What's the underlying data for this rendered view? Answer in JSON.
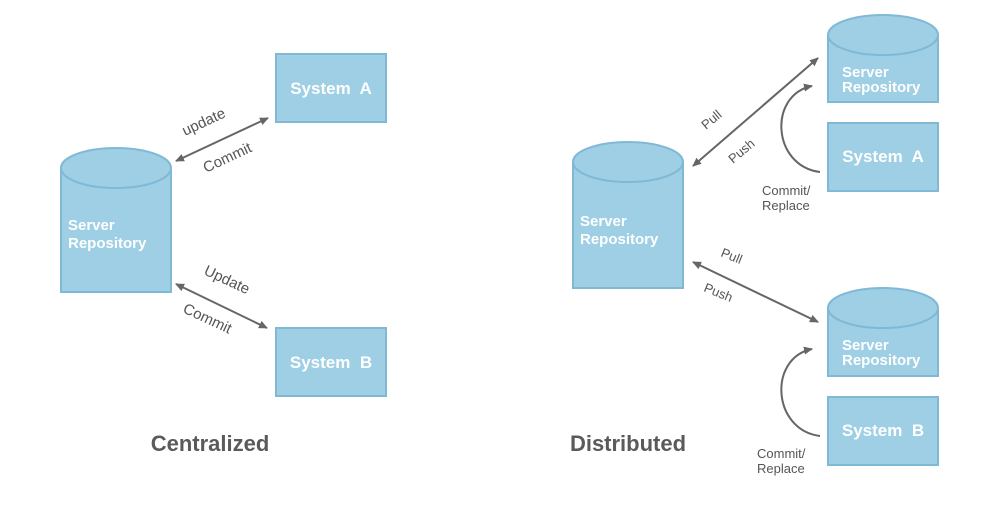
{
  "colors": {
    "node_fill": "#9ecfe5",
    "node_stroke": "#7fb9d6",
    "arrow": "#666666",
    "text": "#555555"
  },
  "centralized": {
    "caption": "Centralized",
    "server": {
      "line1": "Server",
      "line2": "Repository"
    },
    "system_a": "System  A",
    "system_b": "System  B",
    "edge_a_update": "update",
    "edge_a_commit": "Commit",
    "edge_b_update": "Update",
    "edge_b_commit": "Commit"
  },
  "distributed": {
    "caption": "Distributed",
    "central_server": {
      "line1": "Server",
      "line2": "Repository"
    },
    "server_a": {
      "line1": "Server",
      "line2": "Repository"
    },
    "server_b": {
      "line1": "Server",
      "line2": "Repository"
    },
    "system_a": "System  A",
    "system_b": "System  B",
    "edge_a_pull": "Pull",
    "edge_a_push": "Push",
    "edge_b_pull": "Pull",
    "edge_b_push": "Push",
    "commit_replace_a": {
      "line1": "Commit/",
      "line2": "Replace"
    },
    "commit_replace_b": {
      "line1": "Commit/",
      "line2": "Replace"
    }
  }
}
